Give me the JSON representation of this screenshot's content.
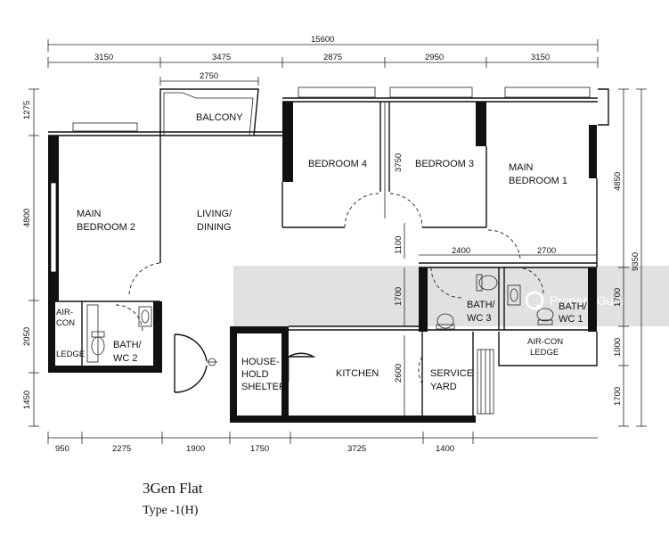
{
  "rooms": {
    "balcony": "BALCONY",
    "bedroom4": "BEDROOM 4",
    "bedroom3": "BEDROOM 3",
    "main_bedroom1_a": "MAIN",
    "main_bedroom1_b": "BEDROOM  1",
    "main_bedroom2_a": "MAIN",
    "main_bedroom2_b": "BEDROOM  2",
    "living_a": "LIVING/",
    "living_b": "DINING",
    "aircon_left_a": "AIR-",
    "aircon_left_b": "CON",
    "aircon_left_c": "LEDGE",
    "bath2_a": "BATH/",
    "bath2_b": "WC  2",
    "household_a": "HOUSE-",
    "household_b": "HOLD",
    "household_c": "SHELTER",
    "kitchen": "KITCHEN",
    "service_a": "SERVICE",
    "service_b": "YARD",
    "bath3_a": "BATH/",
    "bath3_b": "WC  3",
    "bath1_a": "BATH/",
    "bath1_b": "WC  1",
    "aircon_right_a": "AIR-CON",
    "aircon_right_b": "LEDGE"
  },
  "dimensions": {
    "overall_top": "15600",
    "top": [
      "3150",
      "3475",
      "2875",
      "2950",
      "3150"
    ],
    "balcony_width": "2750",
    "bottom": [
      "950",
      "2275",
      "1900",
      "1750",
      "3725",
      "1400"
    ],
    "left": [
      "1275",
      "4800",
      "2050",
      "1450"
    ],
    "right_inner": [
      "4850",
      "1700",
      "1000",
      "1700"
    ],
    "right_overall": "9350",
    "inner_bedroom3": "3750",
    "inner_1100": "1100",
    "inner_1700": "1700",
    "inner_2600": "2600",
    "bath_row": [
      "2400",
      "2700"
    ]
  },
  "caption": {
    "title": "3Gen Flat",
    "subtitle": "Type -1(H)"
  },
  "watermark": "PropertyGuru"
}
